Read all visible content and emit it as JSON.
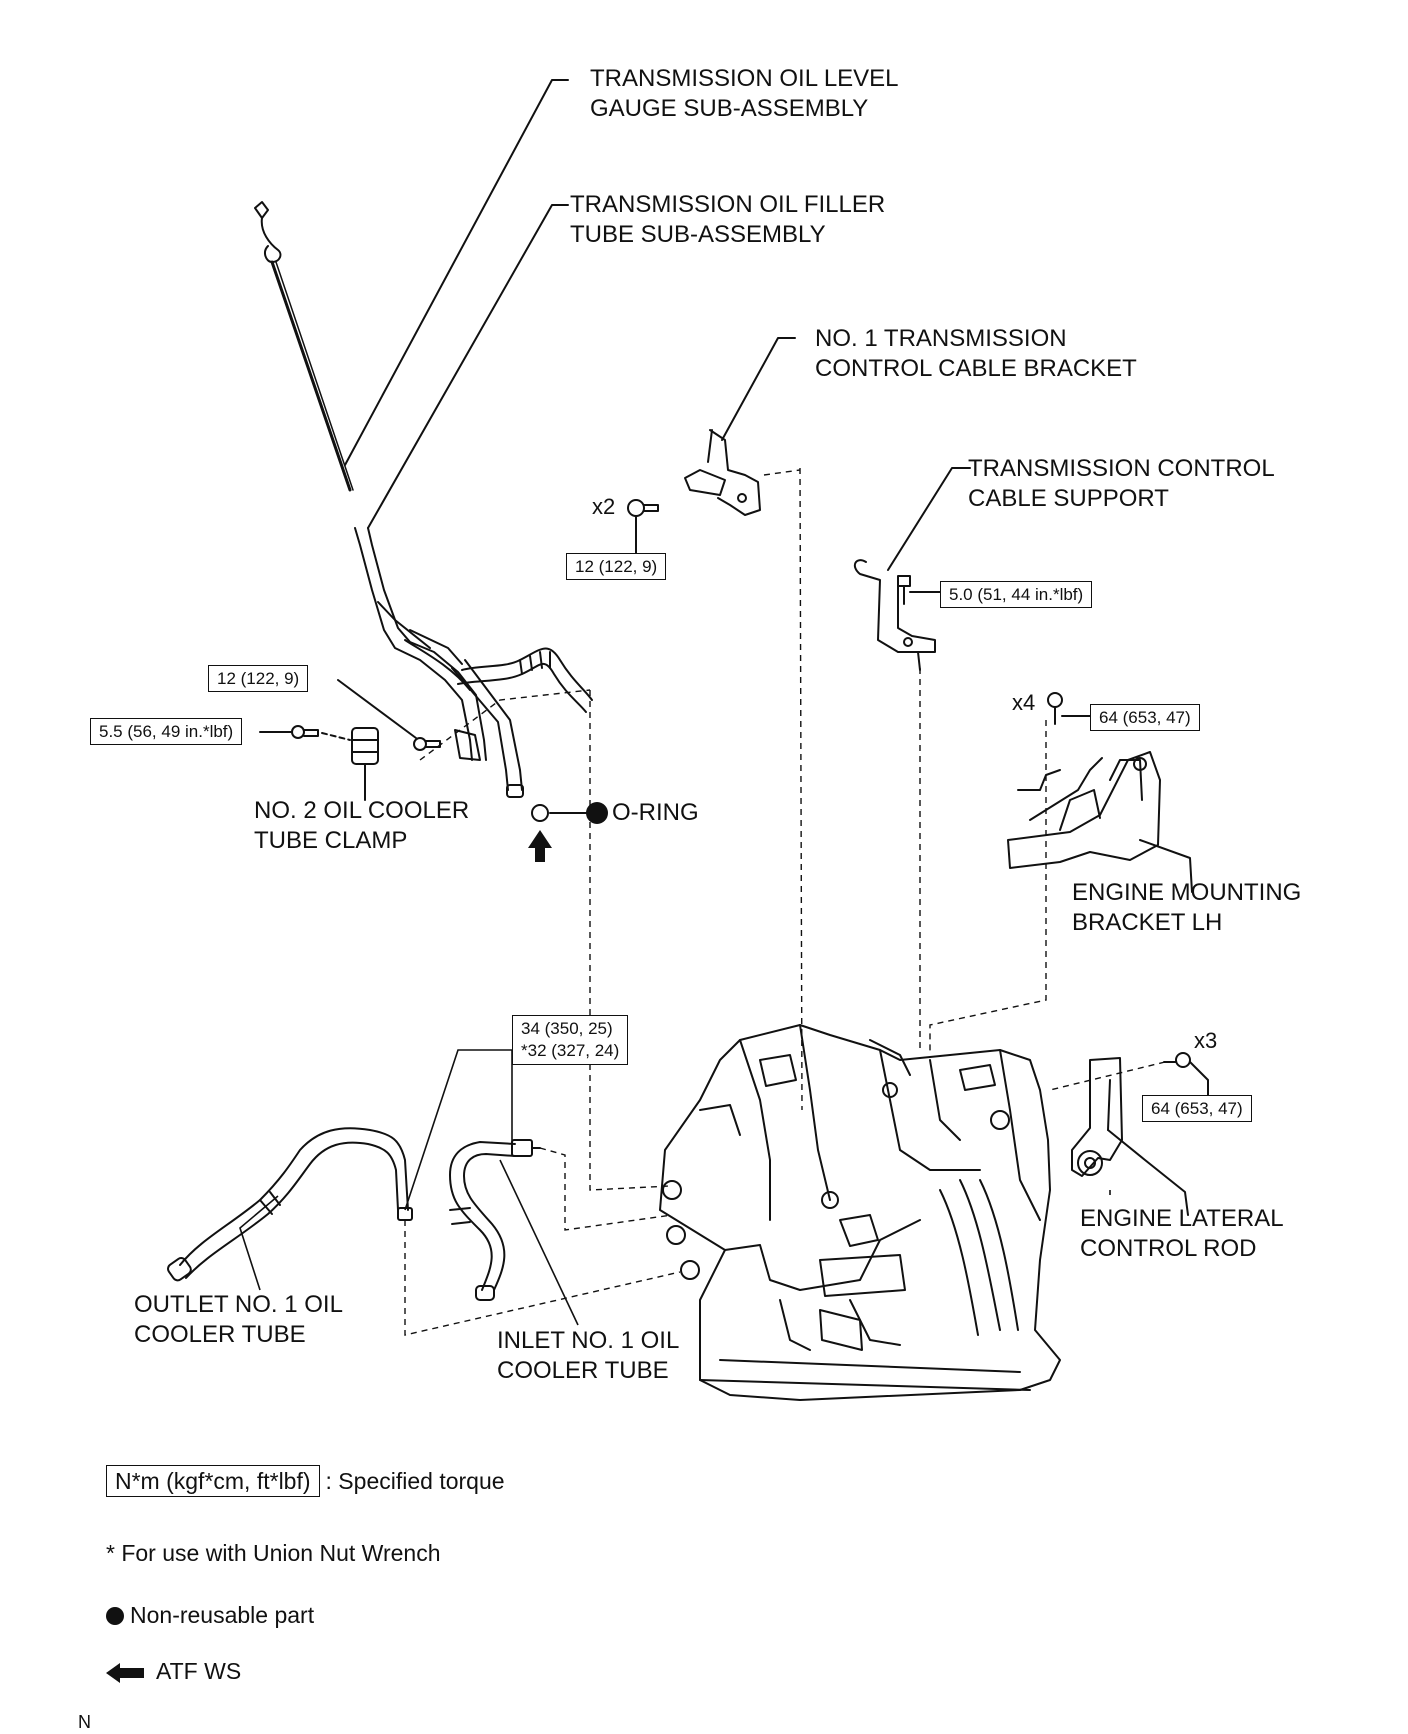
{
  "labels": {
    "gauge_line1": "TRANSMISSION OIL LEVEL",
    "gauge_line2": "GAUGE SUB-ASSEMBLY",
    "filler_line1": "TRANSMISSION OIL FILLER",
    "filler_line2": "TUBE SUB-ASSEMBLY",
    "cable_bracket_line1": "NO. 1 TRANSMISSION",
    "cable_bracket_line2": "CONTROL CABLE BRACKET",
    "cable_support_line1": "TRANSMISSION CONTROL",
    "cable_support_line2": "CABLE SUPPORT",
    "clamp_line1": "NO. 2 OIL COOLER",
    "clamp_line2": "TUBE CLAMP",
    "o_ring": "O-RING",
    "mount_bracket_line1": "ENGINE MOUNTING",
    "mount_bracket_line2": "BRACKET LH",
    "outlet_line1": "OUTLET NO. 1 OIL",
    "outlet_line2": "COOLER TUBE",
    "inlet_line1": "INLET NO. 1 OIL",
    "inlet_line2": "COOLER TUBE",
    "lateral_rod_line1": "ENGINE LATERAL",
    "lateral_rod_line2": "CONTROL ROD"
  },
  "torques": {
    "cable_bracket_bolt": "12 (122, 9)",
    "cable_support_bolt": "5.0 (51, 44 in.*lbf)",
    "filler_tube_bolt": "12 (122, 9)",
    "clamp_bolt": "5.5 (56, 49 in.*lbf)",
    "mount_bracket_bolt": "64 (653, 47)",
    "union_nut_line1": "34 (350, 25)",
    "union_nut_line2": "*32 (327, 24)",
    "lateral_rod_bolt": "64 (653, 47)"
  },
  "quantities": {
    "cable_bracket_bolts": "x2",
    "mount_bracket_bolts": "x4",
    "lateral_rod_bolts": "x3"
  },
  "legend": {
    "torque_box": "N*m (kgf*cm, ft*lbf)",
    "torque_text": ": Specified torque",
    "union_note": "* For use with Union Nut Wrench",
    "non_reusable": "Non-reusable part",
    "atf": "ATF WS"
  },
  "corner_mark": "N"
}
